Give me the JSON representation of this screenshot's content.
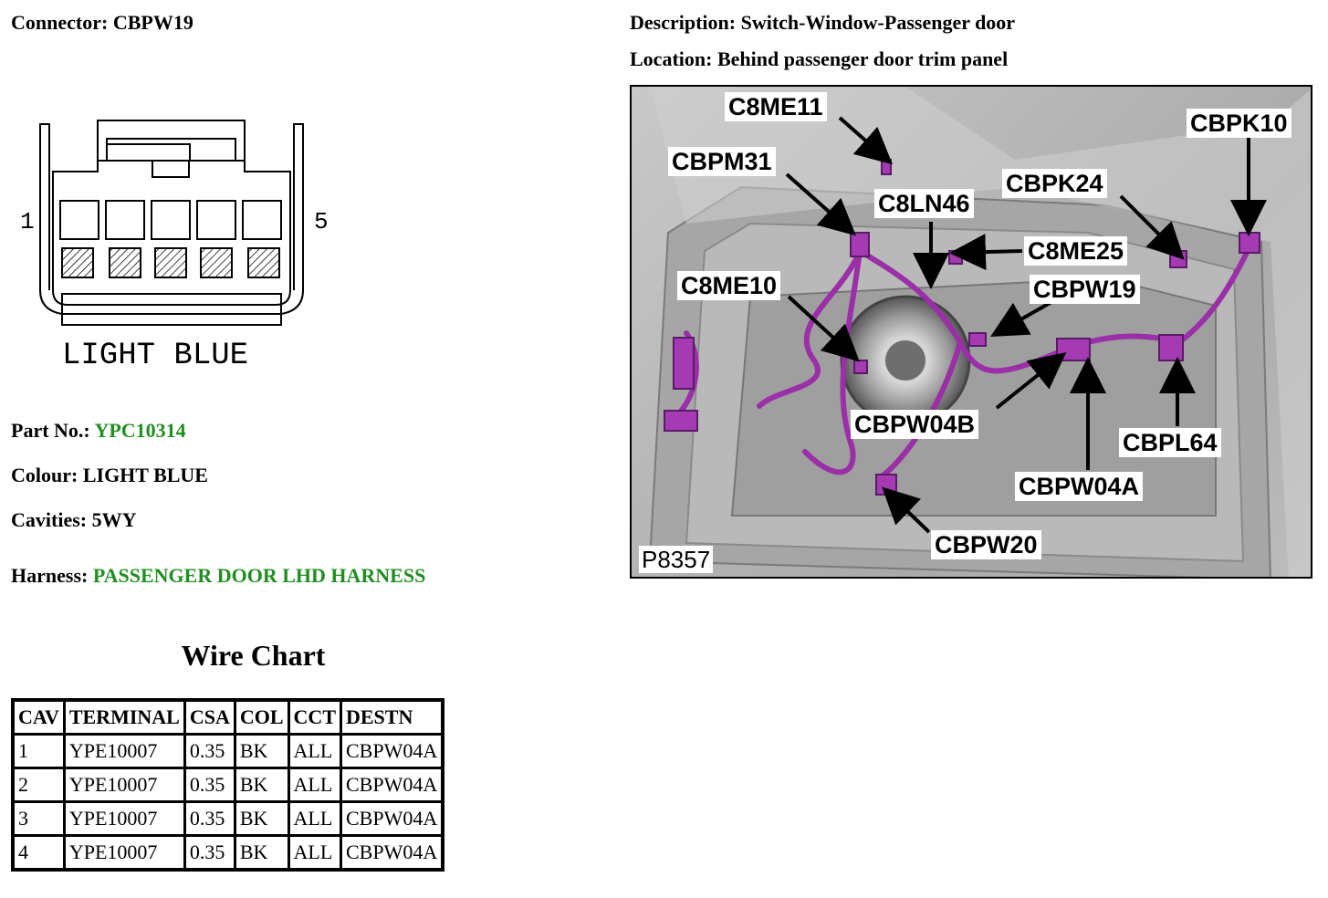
{
  "connector": {
    "label": "Connector:",
    "value": "CBPW19"
  },
  "description": {
    "label": "Description:",
    "value": "Switch-Window-Passenger door"
  },
  "location": {
    "label": "Location:",
    "value": "Behind passenger door trim panel"
  },
  "diagram": {
    "pin_first": "1",
    "pin_last": "5",
    "colour_text": "LIGHT BLUE",
    "cavity_count": 5
  },
  "part_no": {
    "label": "Part No.:",
    "value": "YPC10314"
  },
  "colour": {
    "label": "Colour:",
    "value": "LIGHT BLUE"
  },
  "cavities": {
    "label": "Cavities:",
    "value": "5WY"
  },
  "harness": {
    "label": "Harness:",
    "value": "PASSENGER DOOR LHD HARNESS"
  },
  "wire_chart": {
    "title": "Wire Chart",
    "headers": [
      "CAV",
      "TERMINAL",
      "CSA",
      "COL",
      "CCT",
      "DESTN"
    ],
    "rows": [
      [
        "1",
        "YPE10007",
        "0.35",
        "BK",
        "ALL",
        "CBPW04A"
      ],
      [
        "2",
        "YPE10007",
        "0.35",
        "BK",
        "ALL",
        "CBPW04A"
      ],
      [
        "3",
        "YPE10007",
        "0.35",
        "BK",
        "ALL",
        "CBPW04A"
      ],
      [
        "4",
        "YPE10007",
        "0.35",
        "BK",
        "ALL",
        "CBPW04A"
      ]
    ]
  },
  "photo": {
    "id": "P8357",
    "callouts": [
      "C8ME11",
      "CBPK10",
      "CBPM31",
      "CBPK24",
      "C8LN46",
      "C8ME25",
      "C8ME10",
      "CBPW19",
      "CBPW04B",
      "CBPL64",
      "CBPW04A",
      "CBPW20"
    ],
    "harness_color": "#9a2fa8"
  }
}
